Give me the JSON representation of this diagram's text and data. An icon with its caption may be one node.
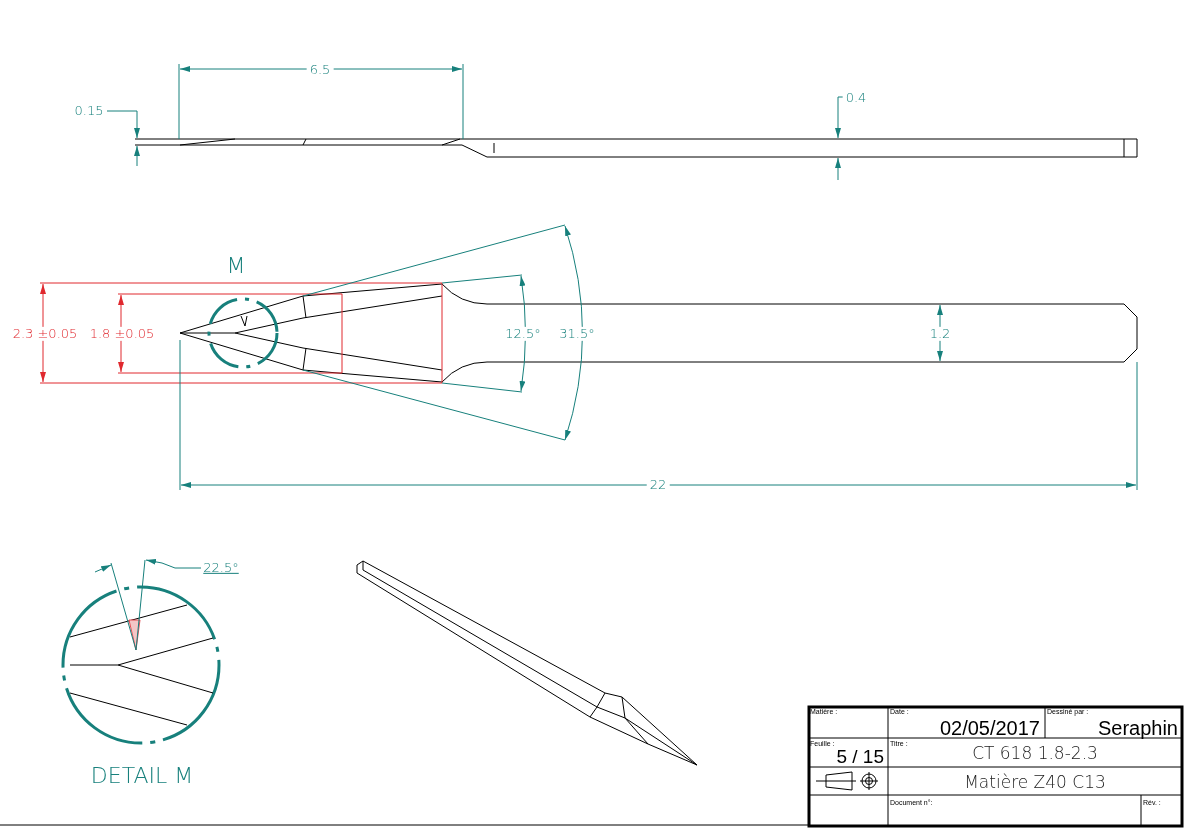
{
  "diagram": {
    "labels": [
      "6.5",
      "0.15",
      "0.4",
      "M",
      "2.3 ±0.05",
      "1.8 ±0.05",
      "12.5°",
      "31.5°",
      "1.2",
      "22",
      "22.5°",
      "DETAIL M",
      "Matière :",
      "Date :",
      "02/05/2017",
      "Dessiné par :",
      "Seraphin",
      "Feuille :",
      "5 / 15",
      "Titre :",
      "CT 618 1.8-2.3",
      "Matière Z40 C13",
      "Document n°:",
      "Rév. :"
    ]
  }
}
